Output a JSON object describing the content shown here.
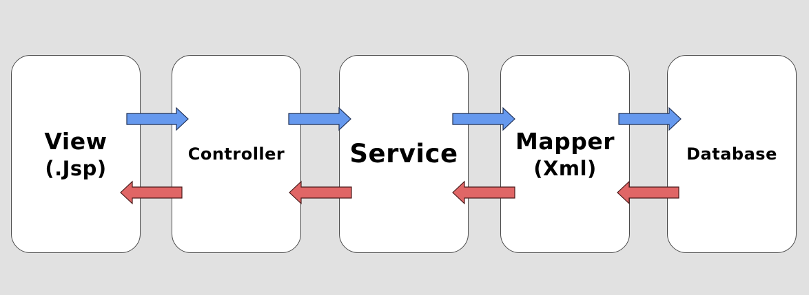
{
  "nodes": {
    "view": {
      "line1": "View",
      "line2": "(.Jsp)"
    },
    "controller": {
      "line1": "Controller"
    },
    "service": {
      "line1": "Service"
    },
    "mapper": {
      "line1": "Mapper",
      "line2": "(Xml)"
    },
    "database": {
      "line1": "Database"
    }
  },
  "colors": {
    "background": "#e1e1e1",
    "request_arrow": "#6699ee",
    "response_arrow": "#e06666"
  }
}
